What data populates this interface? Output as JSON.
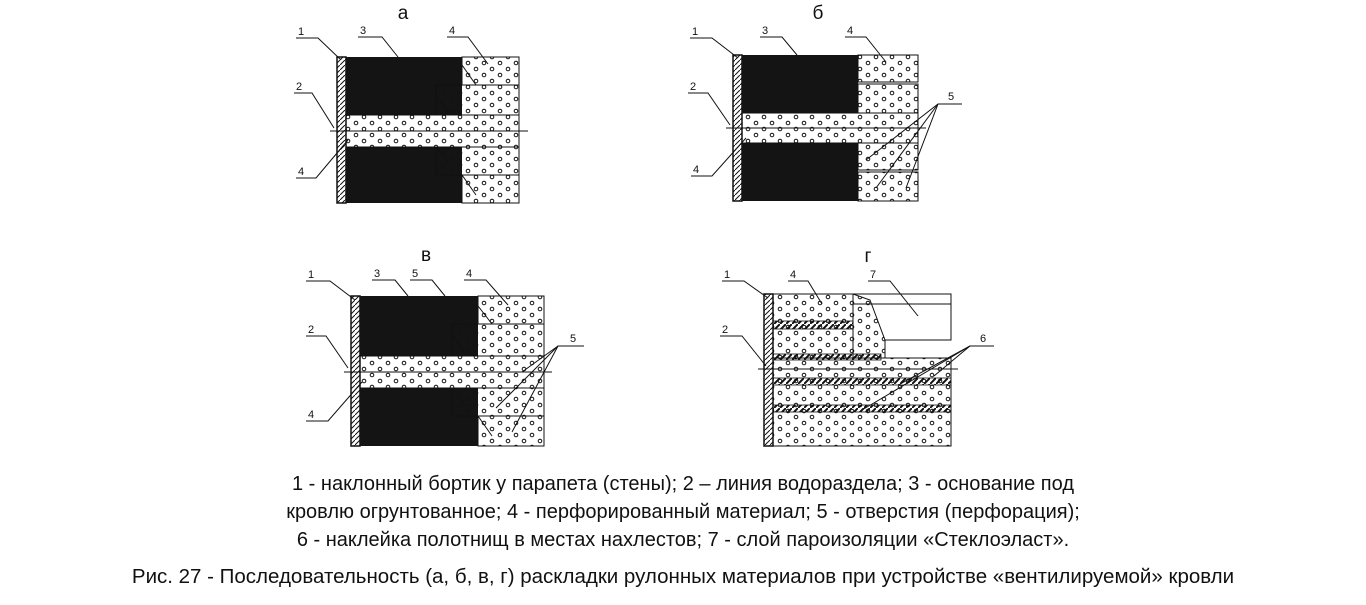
{
  "panels": [
    {
      "letter": "а",
      "numbers": [
        "1",
        "3",
        "4",
        "2",
        "4"
      ]
    },
    {
      "letter": "б",
      "numbers": [
        "1",
        "3",
        "4",
        "2",
        "4",
        "5"
      ]
    },
    {
      "letter": "в",
      "numbers": [
        "1",
        "3",
        "5",
        "4",
        "2",
        "4",
        "5"
      ]
    },
    {
      "letter": "г",
      "numbers": [
        "1",
        "4",
        "7",
        "2",
        "6"
      ]
    }
  ],
  "legend_lines": [
    "1 - наклонный бортик у парапета (стены); 2 – линия водораздела; 3 - основание под",
    "кровлю огрунтованное; 4 - перфорированный материал; 5 - отверстия (перфорация);",
    "6 - наклейка полотнищ в местах нахлестов; 7 - слой пароизоляции «Стеклоэласт»."
  ],
  "caption": "Рис. 27 - Последовательность (а, б, в, г) раскладки рулонных материалов при устройстве «вентилируемой» кровли",
  "colors": {
    "ink": "#111111",
    "fill_dark": "#141414",
    "background": "#ffffff"
  }
}
